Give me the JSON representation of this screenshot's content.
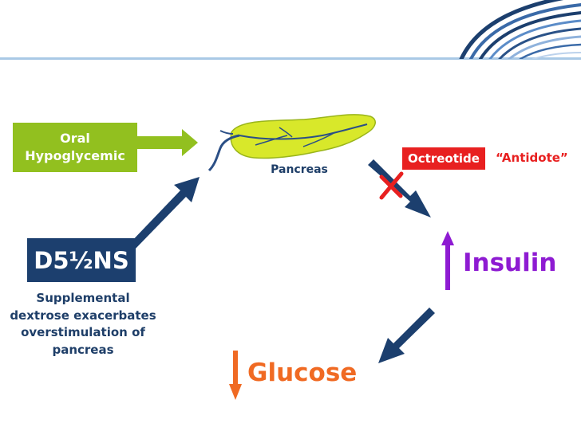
{
  "nodes": {
    "oral": {
      "line1": "Oral",
      "line2": "Hypoglycemic"
    },
    "pancreas": {
      "label": "Pancreas"
    },
    "octreotide": {
      "label": "Octreotide",
      "antidote": "“Antidote”"
    },
    "insulin": {
      "label": "Insulin",
      "direction": "up"
    },
    "glucose": {
      "label": "Glucose",
      "direction": "down"
    },
    "d5ns": {
      "label": "D5½NS"
    }
  },
  "caption": {
    "lines": [
      "Supplemental",
      "dextrose exacerbates",
      "overstimulation of",
      "pancreas"
    ]
  },
  "colors": {
    "navy": "#1c3f6e",
    "green": "#92c01f",
    "red": "#e82020",
    "purple": "#8e1bd2",
    "orange": "#f06a23",
    "rule": "#a9c9e6"
  },
  "icons": [
    "pancreas-icon",
    "blocked-x-icon",
    "up-arrow-icon",
    "down-arrow-icon",
    "corner-swoosh-logo"
  ]
}
